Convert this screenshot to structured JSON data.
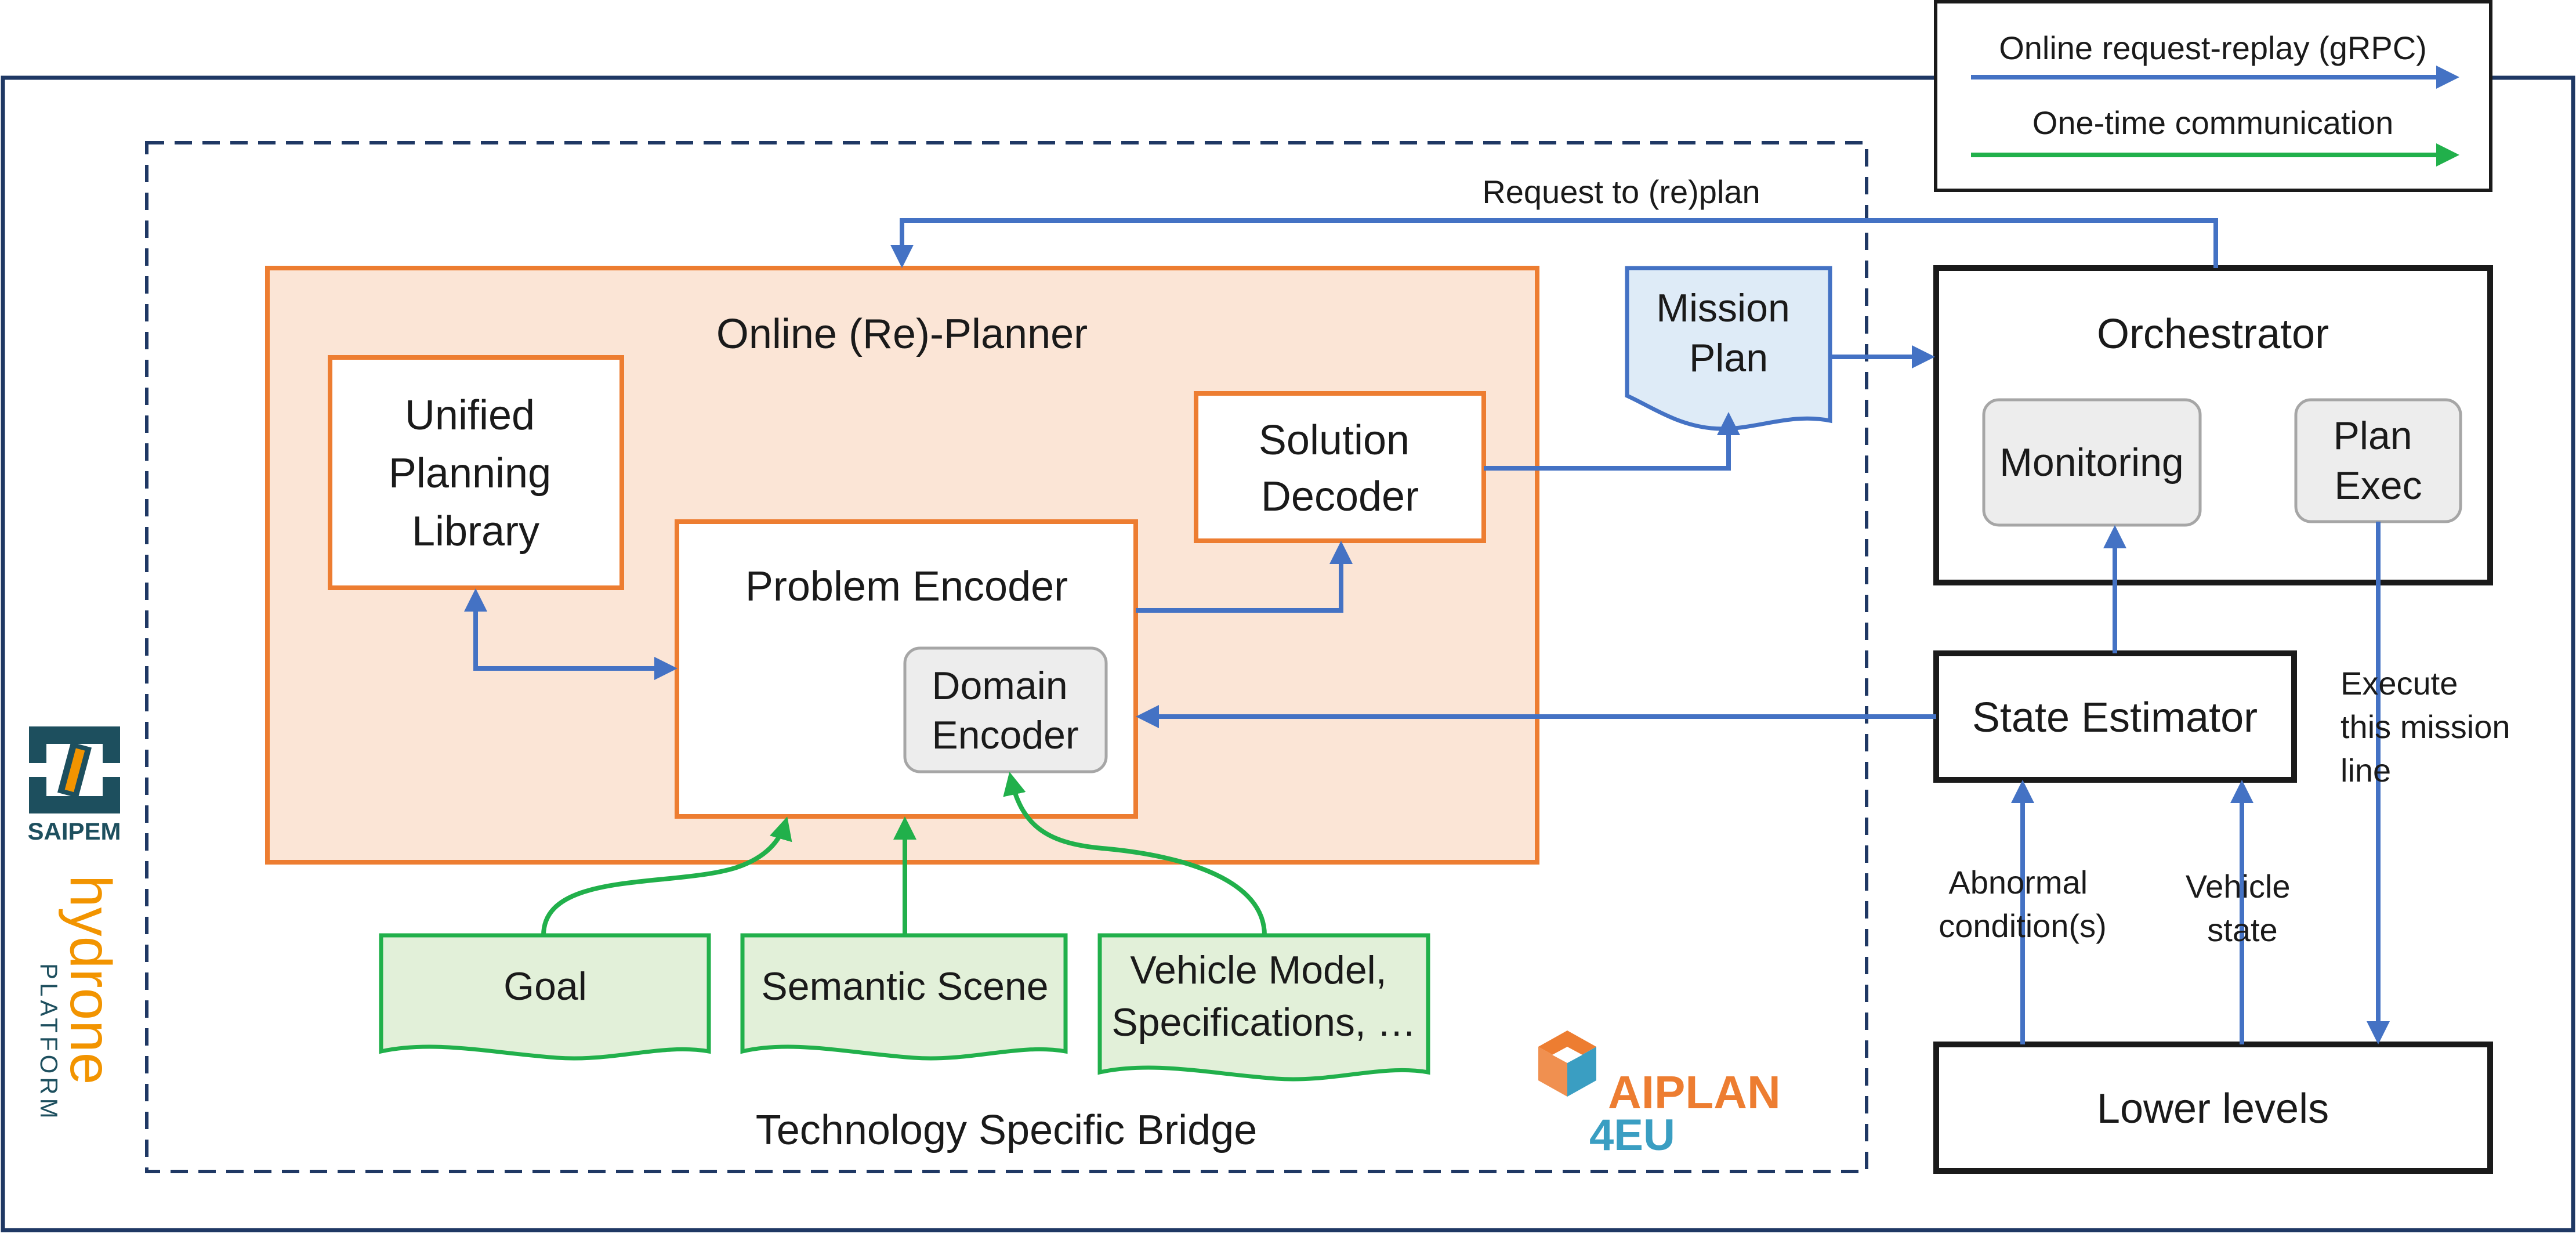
{
  "legend": {
    "online_label": "Online request-replay (gRPC)",
    "onetime_label": "One-time communication"
  },
  "colors": {
    "blue_arrow": "#4472c4",
    "green_arrow": "#21b04b",
    "orange_border": "#ed7d31",
    "orange_fill": "#fbe5d6",
    "dark_border": "#1f3864",
    "doc_blue_fill": "#deebf7",
    "doc_green_fill": "#e2f0d9",
    "sub_fill": "#ededed",
    "saipem_teal": "#1d4f5e",
    "saipem_orange": "#f29400",
    "aiplan_orange": "#ed7d31",
    "aiplan_teal": "#3a9ec2"
  },
  "bridge": {
    "label": "Technology Specific Bridge"
  },
  "planner": {
    "title": "Online (Re)-Planner",
    "upl": [
      "Unified",
      "Planning",
      "Library"
    ],
    "problem_encoder": "Problem Encoder",
    "domain_encoder": [
      "Domain",
      "Encoder"
    ],
    "solution_decoder": [
      "Solution",
      "Decoder"
    ]
  },
  "mission_plan": [
    "Mission",
    "Plan"
  ],
  "replan_label": "Request to (re)plan",
  "inputs": {
    "goal": "Goal",
    "semantic_scene": "Semantic Scene",
    "vehicle_model": [
      "Vehicle Model,",
      "Specifications, …"
    ]
  },
  "orchestrator": {
    "title": "Orchestrator",
    "monitoring": "Monitoring",
    "plan_exec": [
      "Plan",
      "Exec"
    ]
  },
  "state_estimator": "State Estimator",
  "lower_levels": "Lower levels",
  "edge_labels": {
    "abnormal": [
      "Abnormal",
      "condition(s)"
    ],
    "vehicle_state": [
      "Vehicle",
      "state"
    ],
    "execute": [
      "Execute",
      "this mission",
      "line"
    ]
  },
  "logos": {
    "saipem": "SAIPEM",
    "hydrone": "hydrone",
    "hydrone_sub": "PLATFORM",
    "aiplan": "AIPLAN",
    "aiplan_sub": "4EU"
  }
}
